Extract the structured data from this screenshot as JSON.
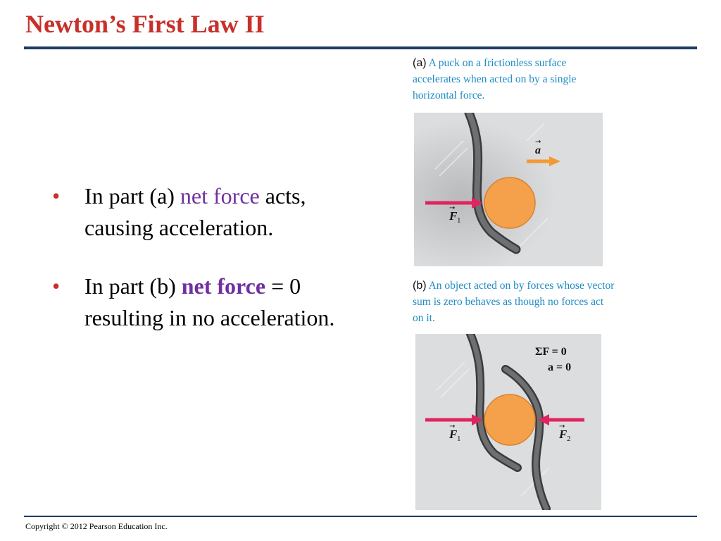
{
  "slide": {
    "title": "Newton’s First Law II",
    "footer": "Copyright © 2012 Pearson Education Inc."
  },
  "bullets": [
    {
      "marker": "•",
      "pre": "In part (a) ",
      "highlight": "net force",
      "post": " acts, causing acceleration."
    },
    {
      "marker": "•",
      "pre": "In part (b) ",
      "highlight": "net force",
      "post": " = 0 resulting in no acceleration."
    }
  ],
  "figure": {
    "a": {
      "label": "(a)",
      "caption": "A puck on a frictionless surface accelerates when acted on by a single horizontal force.",
      "accel_label": "a",
      "force_label": "F",
      "force_sub": "1"
    },
    "b": {
      "label": "(b)",
      "caption": "An object acted on by forces whose vector sum is zero behaves as though no forces act on it.",
      "sum_label": "ΣF = 0",
      "accel_zero_label": "a = 0",
      "force1_label": "F",
      "force1_sub": "1",
      "force2_label": "F",
      "force2_sub": "2"
    },
    "colors": {
      "puck": "#f5a04a",
      "force_arrow": "#e0245e",
      "accel_arrow": "#f39a33",
      "stick": "#5f6062",
      "surface": "#dcdddf",
      "caption": "#1e8bc3"
    }
  }
}
